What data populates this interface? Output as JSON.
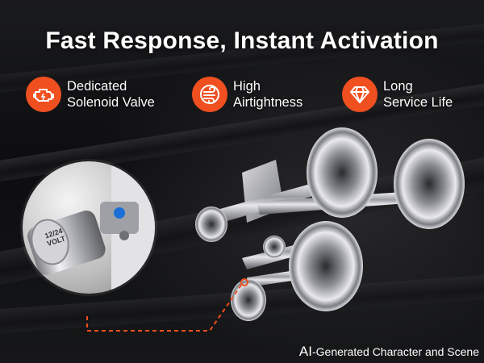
{
  "headline": "Fast Response, Instant Activation",
  "features": [
    {
      "label": "Dedicated\nSolenoid Valve",
      "icon": "engine-icon"
    },
    {
      "label": "High\nAirtightness",
      "icon": "air-flow-icon"
    },
    {
      "label": "Long\nService Life",
      "icon": "diamond-icon"
    }
  ],
  "valve_text": "12/24\nVOLT",
  "caption": {
    "ai": "AI",
    "rest": "-Generated Character and Scene"
  },
  "colors": {
    "accent": "#f04f1f",
    "text": "#ffffff",
    "chrome": "#c8c8cc"
  }
}
